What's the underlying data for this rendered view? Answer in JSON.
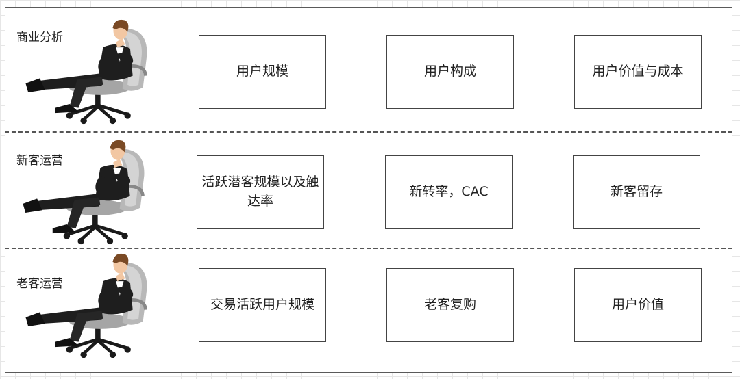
{
  "rows": [
    {
      "label": "商业分析",
      "boxes": [
        "用户规模",
        "用户构成",
        "用户价值与成本"
      ]
    },
    {
      "label": "新客运营",
      "boxes": [
        "活跃潜客规模以及触达率",
        "新转率，CAC",
        "新客留存"
      ]
    },
    {
      "label": "老客运营",
      "boxes": [
        "交易活跃用户规模",
        "老客复购",
        "用户价值"
      ]
    }
  ],
  "colors": {
    "border": "#444444",
    "suit": "#1e1e1e",
    "chair": "#9a9a9a",
    "skin": "#f2c7a3",
    "hair": "#7a4a25"
  }
}
